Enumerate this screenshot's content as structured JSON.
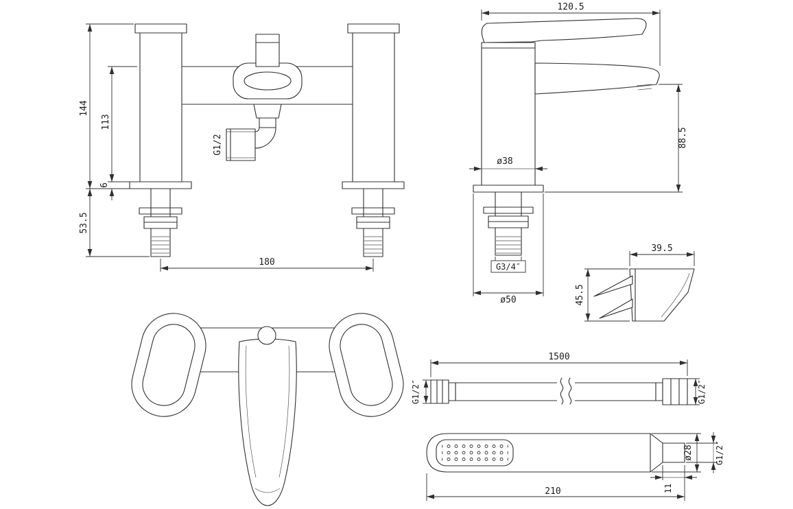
{
  "drawing": {
    "front_view": {
      "dim_overall_height": "144",
      "dim_body_height": "113",
      "dim_base_thickness": "6",
      "dim_tail_length": "53.5",
      "dim_tap_centers": "180",
      "label_shower_outlet_thread": "G1/2"
    },
    "side_view": {
      "dim_depth": "120.5",
      "dim_spout_height": "88.5",
      "label_body_diameter": "ø38",
      "label_tail_thread": "G3/4″",
      "label_base_diameter": "ø50"
    },
    "bracket_view": {
      "dim_width": "39.5",
      "dim_height": "45.5"
    },
    "hose_view": {
      "dim_length": "1500",
      "label_left_connector_thread": "G1/2″",
      "label_right_connector_thread": "G1/2″"
    },
    "handset_view": {
      "dim_length": "210",
      "dim_diameter": "ø28",
      "dim_connector_length": "11",
      "label_connector_thread": "G1/2″"
    }
  }
}
